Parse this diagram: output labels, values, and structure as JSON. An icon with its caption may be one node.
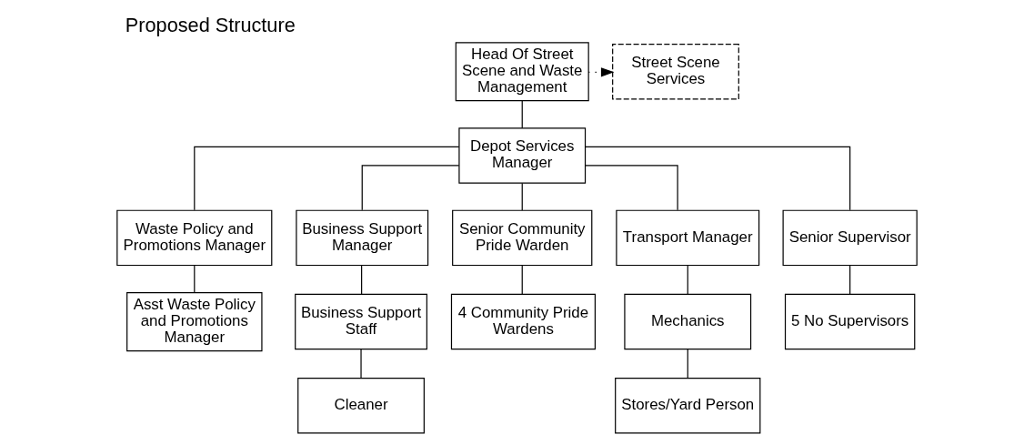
{
  "diagram": {
    "title": "Proposed Structure",
    "nodes": [
      {
        "text": [
          "Head Of Street Scene and Waste Management"
        ]
      },
      {
        "text": [
          "Street Scene Services"
        ]
      },
      {
        "text": [
          "Depot Services Manager"
        ]
      },
      {
        "text": [
          "Waste Policy and Promotions Manager"
        ]
      },
      {
        "text": [
          "Business Support Manager"
        ]
      },
      {
        "text": [
          "Senior Community Pride Warden"
        ]
      },
      {
        "text": [
          "Transport Manager"
        ]
      },
      {
        "text": [
          "Senior Supervisor"
        ]
      },
      {
        "text": [
          "Asst Waste Policy and Promotions Manager"
        ]
      },
      {
        "text": [
          "Business Support Staff"
        ]
      },
      {
        "text": [
          "4 Community Pride Wardens"
        ]
      },
      {
        "text": [
          "Mechanics"
        ]
      },
      {
        "text": [
          "5 No Supervisors"
        ]
      },
      {
        "text": [
          "Cleaner"
        ]
      },
      {
        "text": [
          "Stores/Yard Person"
        ]
      }
    ],
    "edges": [
      {
        "from": 0,
        "to": 1,
        "arrow": "to",
        "style": "dashed"
      },
      {
        "from": 0,
        "to": 2,
        "arrow": "none"
      },
      {
        "from": 2,
        "to": 3,
        "arrow": "none"
      },
      {
        "from": 2,
        "to": 4,
        "arrow": "none"
      },
      {
        "from": 2,
        "to": 5,
        "arrow": "none"
      },
      {
        "from": 2,
        "to": 6,
        "arrow": "none"
      },
      {
        "from": 2,
        "to": 7,
        "arrow": "none"
      },
      {
        "from": 3,
        "to": 8,
        "arrow": "none"
      },
      {
        "from": 4,
        "to": 9,
        "arrow": "none"
      },
      {
        "from": 5,
        "to": 10,
        "arrow": "none"
      },
      {
        "from": 6,
        "to": 11,
        "arrow": "none"
      },
      {
        "from": 7,
        "to": 12,
        "arrow": "none"
      },
      {
        "from": 9,
        "to": 13,
        "arrow": "none"
      },
      {
        "from": 11,
        "to": 14,
        "arrow": "none"
      }
    ]
  }
}
